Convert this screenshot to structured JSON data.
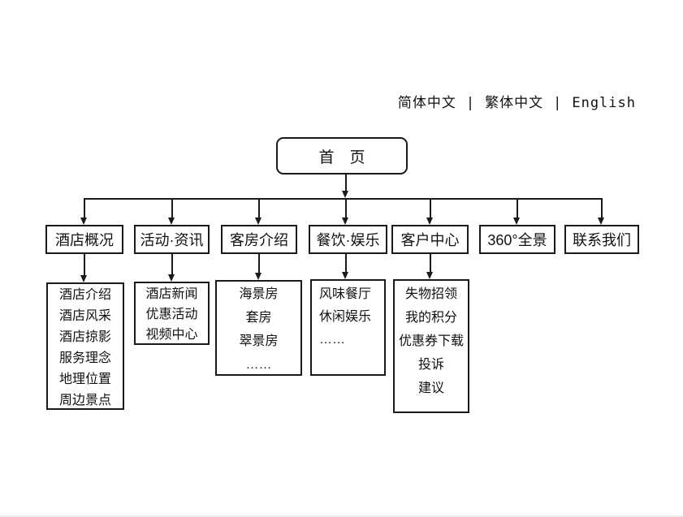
{
  "language_bar": {
    "separator": "|",
    "items": [
      {
        "label": "简体中文"
      },
      {
        "label": "繁体中文"
      },
      {
        "label": "English"
      }
    ]
  },
  "root": {
    "label": "首　页"
  },
  "level2": [
    {
      "label": "酒店概况",
      "children": [
        "酒店介绍",
        "酒店风采",
        "酒店掠影",
        "服务理念",
        "地理位置",
        "周边景点"
      ]
    },
    {
      "label": "活动·资讯",
      "children": [
        "酒店新闻",
        "优惠活动",
        "视频中心"
      ]
    },
    {
      "label": "客房介绍",
      "children": [
        "海景房",
        "套房",
        "翠景房",
        "……"
      ]
    },
    {
      "label": "餐饮·娱乐",
      "children": [
        "风味餐厅",
        "休闲娱乐",
        "……"
      ]
    },
    {
      "label": "客户中心",
      "children": [
        "失物招领",
        "我的积分",
        "优惠券下载",
        "投诉",
        "建议"
      ]
    },
    {
      "label": "360°全景",
      "children": []
    },
    {
      "label": "联系我们",
      "children": []
    }
  ],
  "colors": {
    "line": "#1a1a1a",
    "bg": "#ffffff",
    "text": "#111111"
  }
}
